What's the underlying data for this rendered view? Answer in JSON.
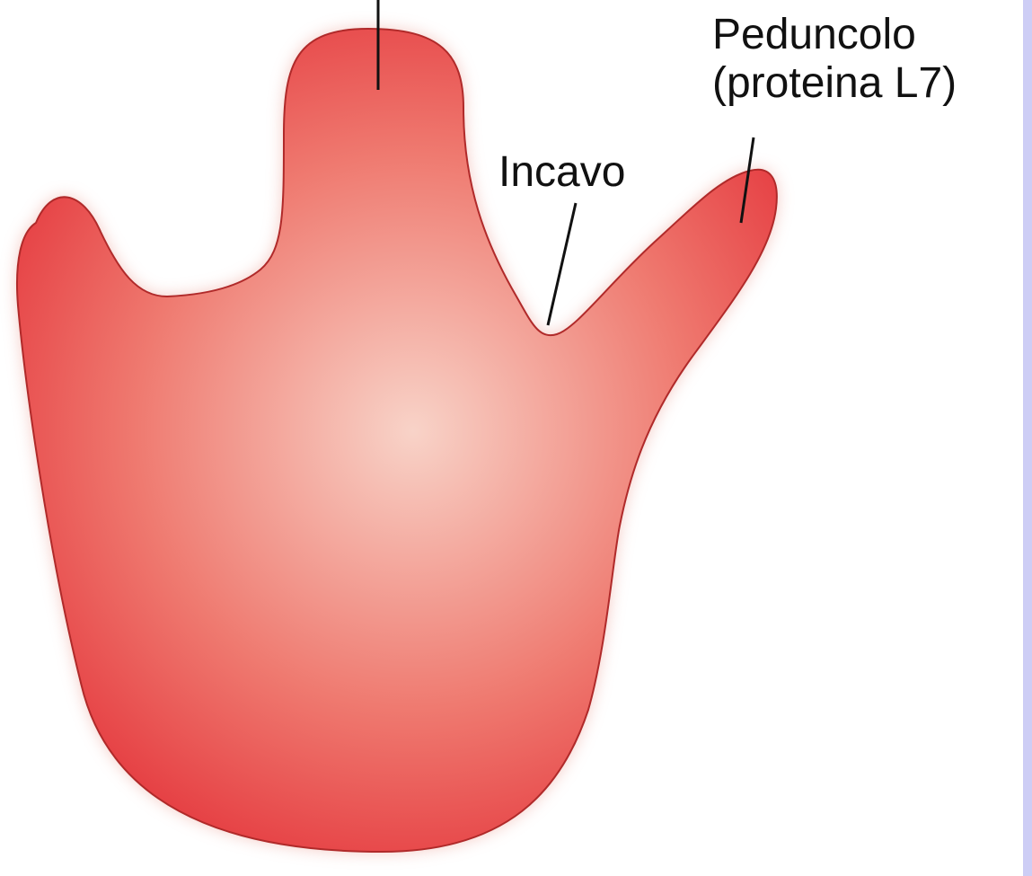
{
  "figure": {
    "labels": {
      "stalk_line1": "Peduncolo",
      "stalk_line2": "(proteina L7)",
      "cavity": "Incavo"
    },
    "colors": {
      "shape_center": "#f8d3c8",
      "shape_edge": "#e8363e",
      "outline": "#b02a2a",
      "leader_line": "#111111",
      "side_strip": "#cdcdf5"
    }
  }
}
